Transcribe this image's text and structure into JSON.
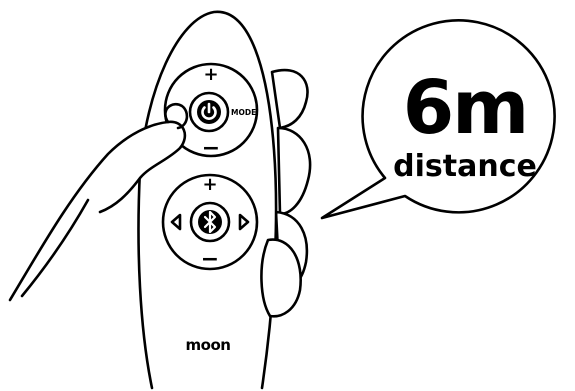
{
  "callout": {
    "headline": "6m",
    "subtitle": "distance"
  },
  "remote": {
    "top_button": {
      "plus": "+",
      "minus": "−",
      "label": "MODE",
      "center_icon": "power-icon"
    },
    "bottom_button": {
      "plus": "+",
      "minus": "−",
      "left_icon": "triangle-left-icon",
      "right_icon": "triangle-right-icon",
      "center_icon": "bluetooth-icon"
    },
    "brand": "moon"
  },
  "colors": {
    "ink": "#000000",
    "paper": "#ffffff"
  }
}
